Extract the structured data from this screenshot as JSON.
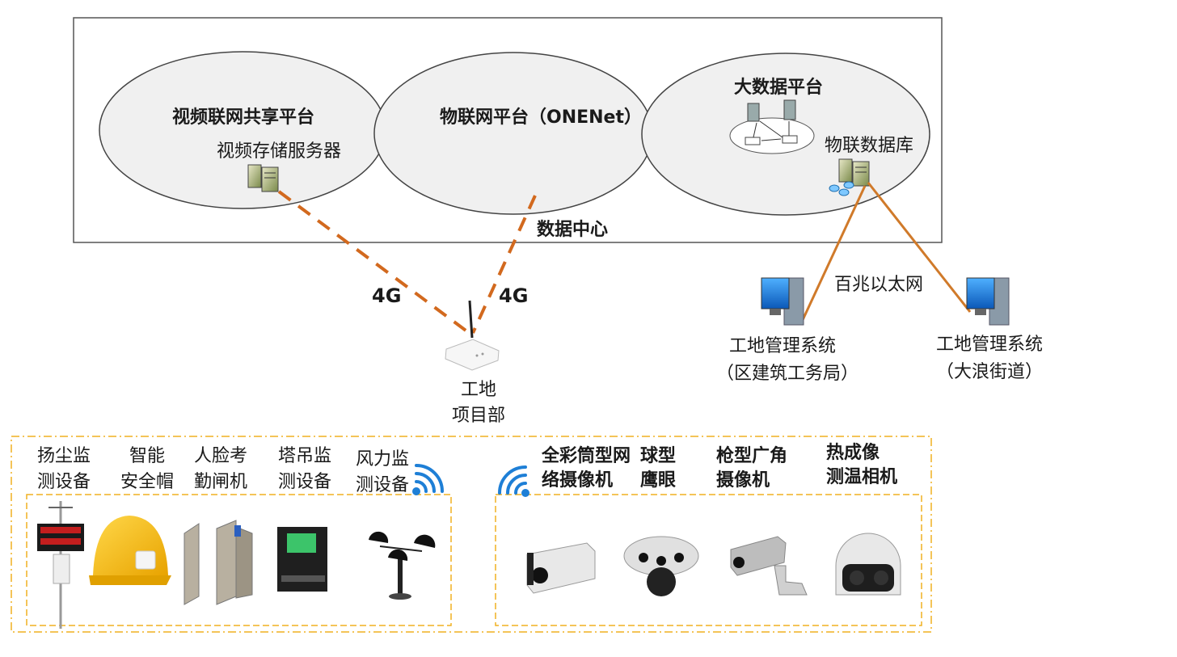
{
  "data_center": {
    "label": "数据中心",
    "video_platform": {
      "title": "视频联网共享平台",
      "server_label": "视频存储服务器"
    },
    "iot_platform": {
      "title": "物联网平台（ONENet）"
    },
    "bigdata_platform": {
      "title": "大数据平台",
      "db_label": "物联数据库"
    }
  },
  "links": {
    "link_4g_left": "4G",
    "link_4g_right": "4G",
    "ethernet": "百兆以太网"
  },
  "site_office": {
    "line1": "工地",
    "line2": "项目部"
  },
  "mgmt_systems": [
    {
      "line1": "工地管理系统",
      "line2": "（区建筑工务局）"
    },
    {
      "line1": "工地管理系统",
      "line2": "（大浪街道）"
    }
  ],
  "iot_devices": [
    {
      "line1": "扬尘监",
      "line2": "测设备"
    },
    {
      "line1": "智能",
      "line2": "安全帽"
    },
    {
      "line1": "人脸考",
      "line2": "勤闸机"
    },
    {
      "line1": "塔吊监",
      "line2": "测设备"
    },
    {
      "line1": "风力监",
      "line2": "测设备"
    }
  ],
  "cameras": [
    {
      "line1": "全彩筒型网",
      "line2": "络摄像机"
    },
    {
      "line1": "球型",
      "line2": "鹰眼"
    },
    {
      "line1": "枪型广角",
      "line2": "摄像机"
    },
    {
      "line1": "热成像",
      "line2": "测温相机"
    }
  ],
  "colors": {
    "dashed_link": "#d2691e",
    "ethernet": "#d07a2a",
    "group_border": "#f0b020",
    "wifi": "#1e7fd6"
  }
}
